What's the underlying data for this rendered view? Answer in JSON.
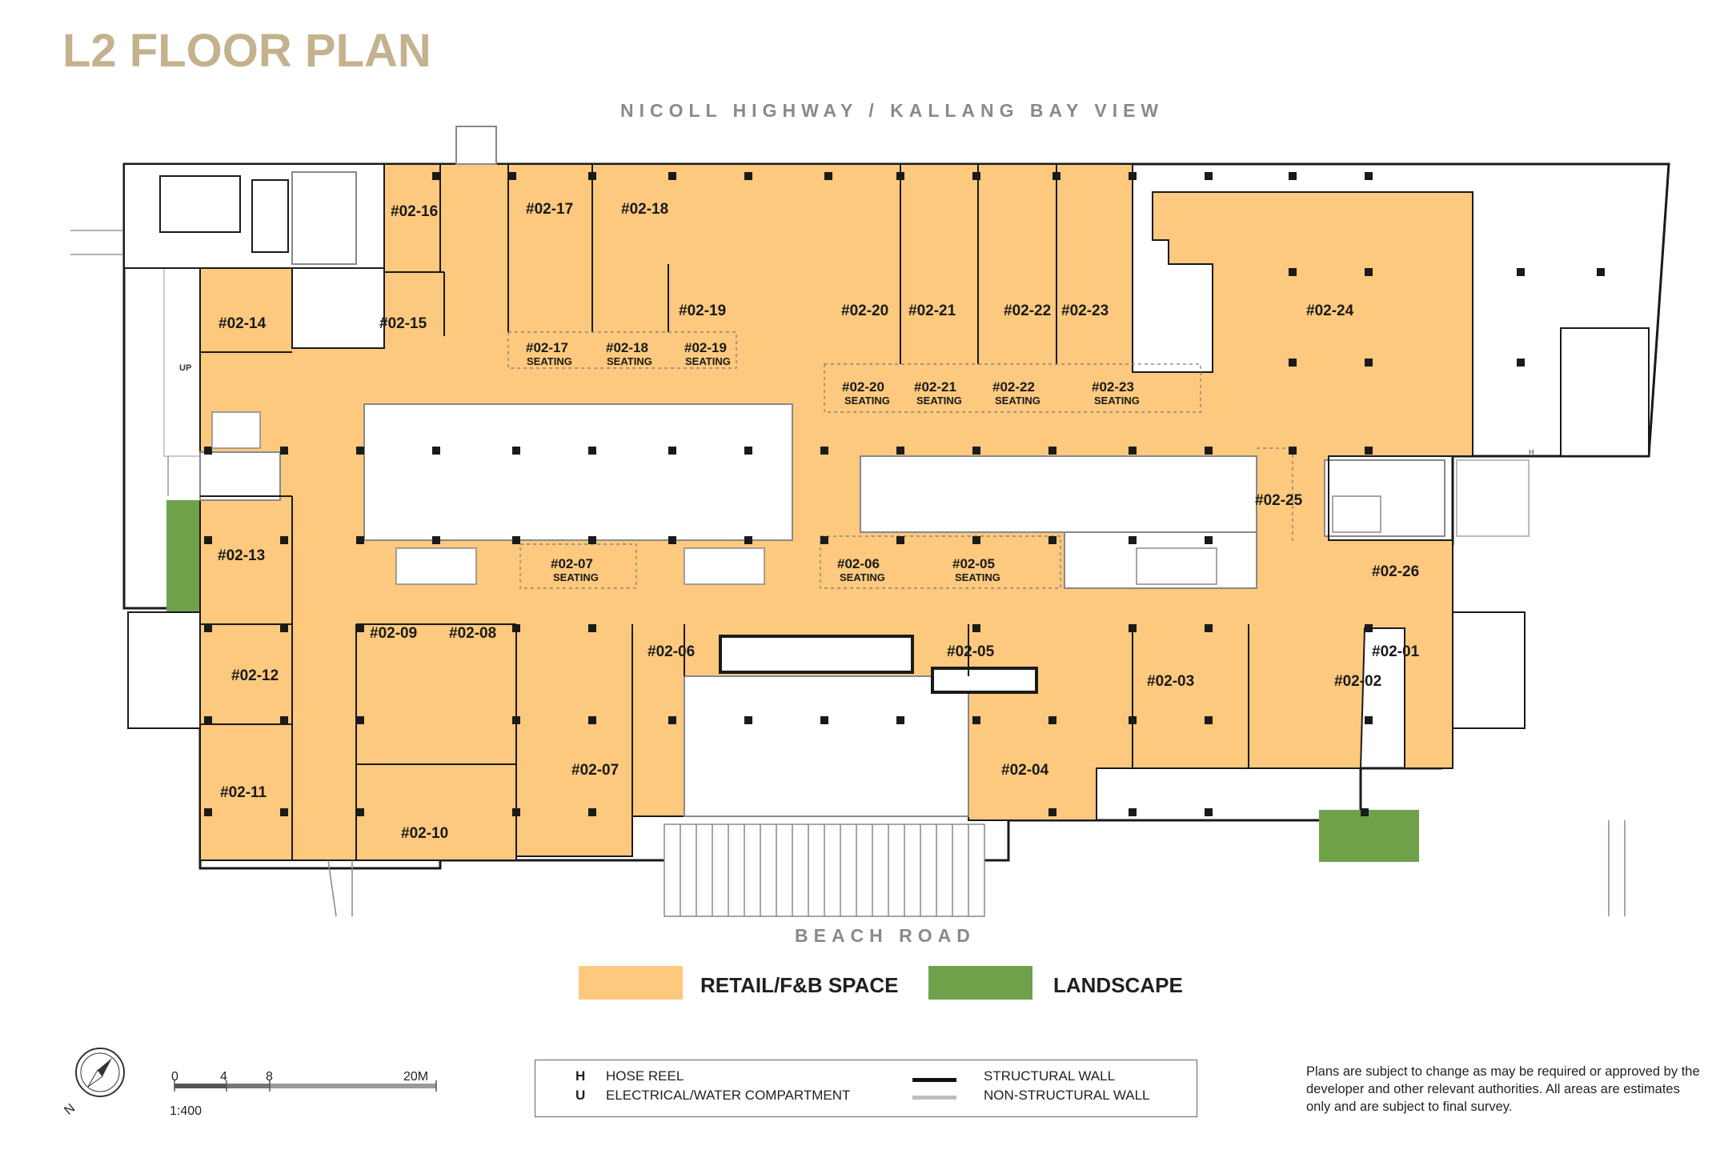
{
  "title": "L2 FLOOR PLAN",
  "streets": {
    "north": "NICOLL HIGHWAY / KALLANG BAY VIEW",
    "south": "BEACH ROAD"
  },
  "colors": {
    "retail": "#fcc97e",
    "landscape": "#6fa14a",
    "title": "#c4b28e",
    "structural_wall": "#111111",
    "non_structural_wall": "#bdbdbd"
  },
  "units": [
    "#02-01",
    "#02-02",
    "#02-03",
    "#02-04",
    "#02-05",
    "#02-06",
    "#02-07",
    "#02-08",
    "#02-09",
    "#02-10",
    "#02-11",
    "#02-12",
    "#02-13",
    "#02-14",
    "#02-15",
    "#02-16",
    "#02-17",
    "#02-18",
    "#02-19",
    "#02-20",
    "#02-21",
    "#02-22",
    "#02-23",
    "#02-24",
    "#02-25",
    "#02-26"
  ],
  "seating_units": [
    "#02-17",
    "#02-18",
    "#02-19",
    "#02-20",
    "#02-21",
    "#02-22",
    "#02-23",
    "#02-07",
    "#02-06",
    "#02-05"
  ],
  "seating_label": "SEATING",
  "map_marks": {
    "up": "UP",
    "hose_reel": "H"
  },
  "legend": {
    "retail": "RETAIL/F&B SPACE",
    "landscape": "LANDSCAPE"
  },
  "scale": {
    "ticks": [
      "0",
      "4",
      "8",
      "20M"
    ],
    "ratio": "1:400",
    "north_label": "N"
  },
  "key": {
    "h_code": "H",
    "h_label": "HOSE REEL",
    "u_code": "U",
    "u_label": "ELECTRICAL/WATER COMPARTMENT",
    "structural": "STRUCTURAL WALL",
    "non_structural": "NON-STRUCTURAL WALL"
  },
  "note": "Plans are subject to change as may be required or approved by the developer and other relevant authorities. All areas are estimates only and are subject to final survey."
}
